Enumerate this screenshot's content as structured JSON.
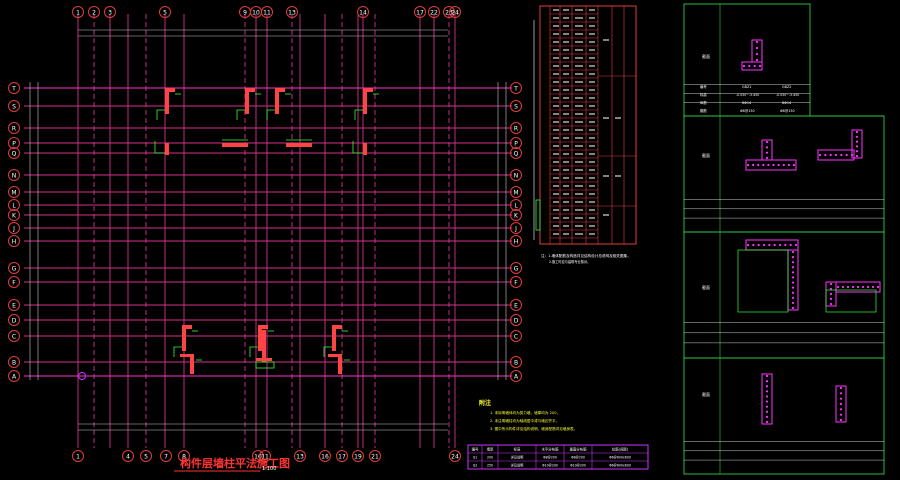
{
  "drawing": {
    "title": "构件层墙柱平法施工图",
    "scale": "1:100",
    "notes_title": "附注",
    "notes": [
      "1. 未标明墙体均为剪力墙，墙厚均为 200，",
      "2. 未注明墙柱均为轴线居中或与墙边齐平，",
      "3. 图中所示构件详见结构说明，墙身配筋详见墙身表。"
    ],
    "table_note_1": "注：1.墙体配筋及构造详见结构设计总说明及相关图集。",
    "table_note_2": "2.施工时应与建筑专业核对。"
  },
  "colors": {
    "background": "#000000",
    "axis_line": "#d6318c",
    "axis_line_bright": "#ff33cc",
    "dim_line": "#c8c8c8",
    "bubble": "#e23b3b",
    "column": "#ff4444",
    "leader": "#33ff33",
    "table_frame": "#e23b3b",
    "detail_frame": "#2ecc40",
    "rebar": "#ff33ff",
    "text": "#ffffff",
    "title_text": "#ff3333",
    "note_text": "#ffff33",
    "legend_frame": "#cc33ff"
  },
  "grid": {
    "top_labels": [
      "1",
      "2",
      "3",
      "5",
      "9",
      "10",
      "11",
      "13",
      "14",
      "17",
      "22",
      "23",
      "24"
    ],
    "bottom_labels": [
      "1",
      "4",
      "5",
      "7",
      "8",
      "10",
      "11",
      "13",
      "16",
      "17",
      "19",
      "21",
      "24"
    ],
    "left_labels": [
      "T",
      "S",
      "R",
      "P",
      "Q",
      "N",
      "M",
      "L",
      "K",
      "J",
      "H",
      "G",
      "F",
      "E",
      "D",
      "C",
      "B",
      "A"
    ]
  },
  "legend_table": {
    "headers": [
      "编号",
      "墙厚",
      "标高",
      "水平分布筋",
      "垂直分布筋",
      "拉筋(间距)"
    ],
    "rows": [
      [
        "Q1",
        "200",
        "详见说明",
        "Φ8@200",
        "Φ8@200",
        "Φ6@600x600"
      ],
      [
        "Q2",
        "250",
        "详见说明",
        "Φ10@200",
        "Φ10@200",
        "Φ6@600x600"
      ]
    ]
  },
  "detail_sheet": {
    "rows": [
      {
        "label": "截面",
        "values": [
          "",
          ""
        ]
      },
      {
        "label": "编号",
        "values": [
          "GBZ1",
          "GBZ2"
        ]
      },
      {
        "label": "标高",
        "values": [
          "-0.050~-5.450",
          "-0.050~-5.450"
        ]
      },
      {
        "label": "纵筋",
        "values": [
          "6Φ14",
          "8Φ14"
        ]
      },
      {
        "label": "箍筋",
        "values": [
          "Φ8@150",
          "Φ8@150"
        ]
      }
    ],
    "section_labels": [
      "截面",
      "截面",
      "截面",
      "截面"
    ],
    "row_labels": [
      "编号",
      "标高",
      "纵筋",
      "箍筋"
    ]
  }
}
